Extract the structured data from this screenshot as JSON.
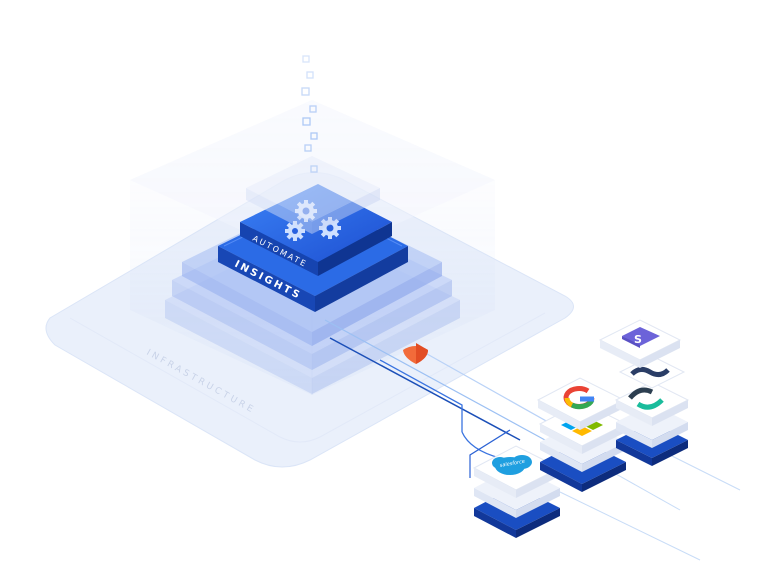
{
  "layers": {
    "automate_label": "AUTOMATE",
    "insights_label": "INSIGHTS",
    "infrastructure_label": "INFRASTRUCTURE"
  },
  "integrations": [
    {
      "name": "salesforce",
      "label": "salesforce",
      "icon": "salesforce-icon"
    },
    {
      "name": "microsoft",
      "icon": "microsoft-icon"
    },
    {
      "name": "google",
      "icon": "google-icon"
    },
    {
      "name": "stripe",
      "label": "S",
      "icon": "stripe-icon"
    },
    {
      "name": "generic-app",
      "icon": "app-icon"
    }
  ],
  "colors": {
    "primary_blue": "#1f5fd9",
    "dark_blue": "#103a8c",
    "accent_orange": "#f26b3a",
    "stripe_purple": "#6c63d9",
    "google_blue": "#4285F4",
    "google_red": "#EA4335",
    "google_yellow": "#FBBC05",
    "google_green": "#34A853",
    "salesforce_blue": "#1f9fe0"
  }
}
